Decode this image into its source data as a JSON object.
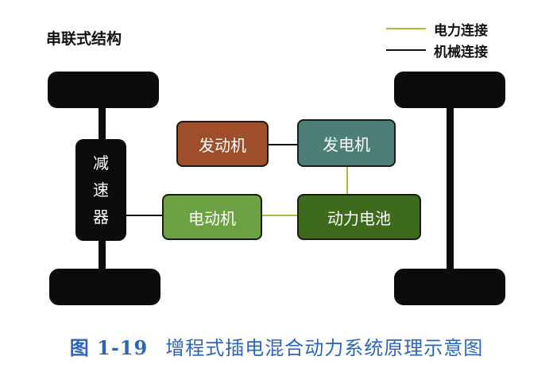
{
  "title": "串联式结构",
  "legend": {
    "electrical": {
      "label": "电力连接",
      "color": "#9fc23a"
    },
    "mechanical": {
      "label": "机械连接",
      "color": "#111111"
    }
  },
  "components": {
    "engine": {
      "label": "发动机",
      "color": "#9e4e2a"
    },
    "generator": {
      "label": "发电机",
      "color": "#4d7f76"
    },
    "motor": {
      "label": "电动机",
      "color": "#6da243"
    },
    "battery": {
      "label": "动力电池",
      "color": "#3e6a1d"
    },
    "reducer": {
      "chars": [
        "减",
        "速",
        "器"
      ]
    }
  },
  "caption": {
    "number": "图 1-19",
    "text": "增程式插电混合动力系统原理示意图"
  }
}
